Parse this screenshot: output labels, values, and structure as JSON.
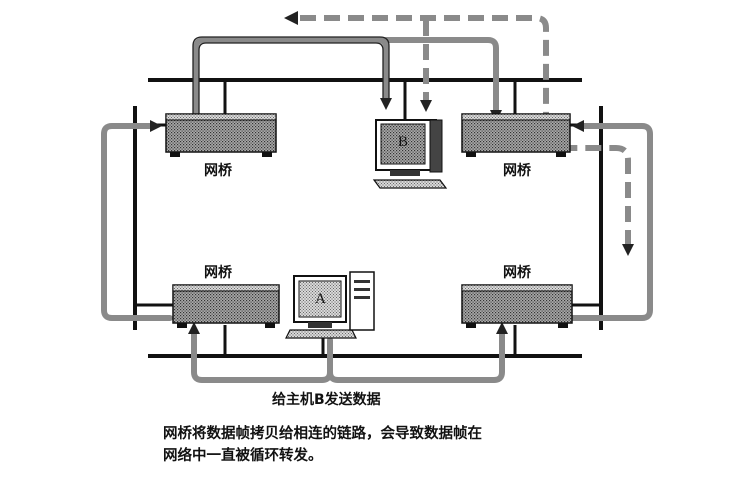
{
  "labels": {
    "bridge_top_left": "网桥",
    "bridge_top_right": "网桥",
    "bridge_bottom_left": "网桥",
    "bridge_bottom_right": "网桥",
    "host_a": "A",
    "host_b": "B",
    "send_caption": "给主机B发送数据"
  },
  "caption": {
    "line1": "网桥将数据帧拷贝给相连的链路，会导致数据帧在",
    "line2": "网络中一直被循环转发。"
  }
}
